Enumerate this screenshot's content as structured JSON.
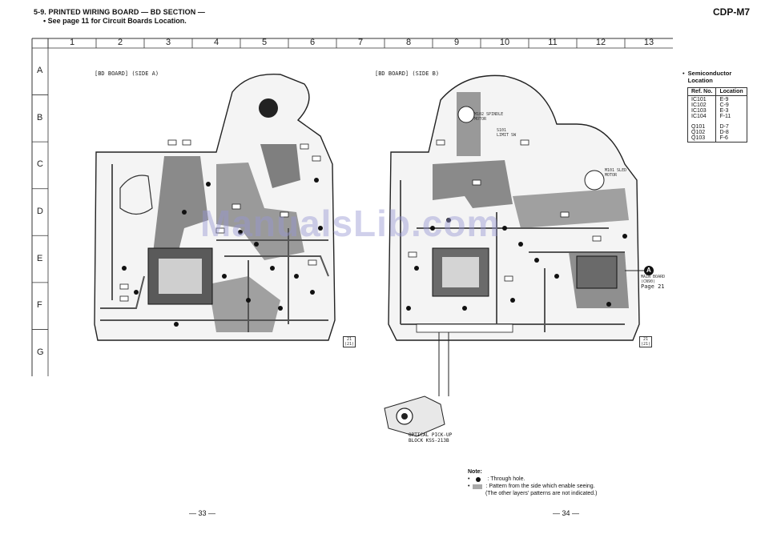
{
  "header": {
    "section_title": "5-9. PRINTED WIRING BOARD — BD SECTION —",
    "see_note": "• See page 11 for Circuit Boards Location.",
    "model": "CDP-M7"
  },
  "grid": {
    "columns": [
      "1",
      "2",
      "3",
      "4",
      "5",
      "6",
      "7",
      "8",
      "9",
      "10",
      "11",
      "12",
      "13"
    ],
    "rows": [
      "A",
      "B",
      "C",
      "D",
      "E",
      "F",
      "G"
    ]
  },
  "boards": {
    "side_a_label": "[BD BOARD] (SIDE A)",
    "side_b_label": "[BD BOARD] (SIDE B)",
    "side_a_code": "21 (21)",
    "side_b_code": "21 (21)",
    "main_board_label": "MAIN BOARD (CN90)",
    "main_board_page": "Page 21",
    "connector_mark": "A",
    "sled_motor": "M101 SLED MOTOR",
    "spindle_motor": "M102 SPINDLE MOTOR",
    "limit_sw": "S101 LIMIT SW",
    "optical_pickup": [
      "OPTICAL PICK-UP",
      "BLOCK KSS-213B"
    ]
  },
  "legend": {
    "title": "Semiconductor Location",
    "headers": [
      "Ref. No.",
      "Location"
    ],
    "groups": [
      [
        [
          "IC101",
          "E-9"
        ],
        [
          "IC102",
          "C-9"
        ],
        [
          "IC103",
          "E-3"
        ],
        [
          "IC104",
          "F-11"
        ]
      ],
      [
        [
          "Q101",
          "D-7"
        ],
        [
          "Q102",
          "D-8"
        ],
        [
          "Q103",
          "F-6"
        ]
      ]
    ]
  },
  "note": {
    "title": "Note:",
    "through_hole": ": Through hole.",
    "pattern_line1": ": Pattern from the side which enable seeing.",
    "pattern_line2": "(The other layers' patterns are not indicated.)"
  },
  "pages": {
    "left": "— 33 —",
    "right": "— 34 —"
  },
  "watermark": "ManualsLib.com"
}
